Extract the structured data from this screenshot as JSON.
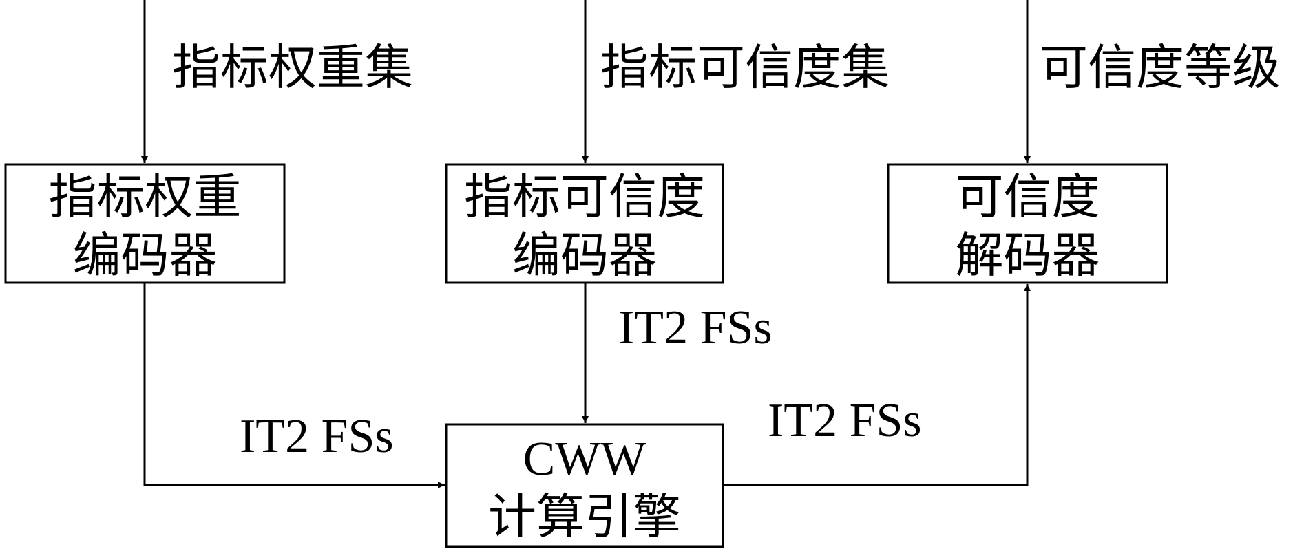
{
  "colors": {
    "stroke": "#000000",
    "background": "#ffffff"
  },
  "inputs": {
    "weight_set": "指标权重集",
    "credibility_set": "指标可信度集",
    "credibility_levels": "可信度等级"
  },
  "boxes": {
    "weight_encoder": {
      "line1": "指标权重",
      "line2": "编码器"
    },
    "credibility_encoder": {
      "line1": "指标可信度",
      "line2": "编码器"
    },
    "credibility_decoder": {
      "line1": "可信度",
      "line2": "解码器"
    },
    "cww_engine": {
      "line1": "CWW",
      "line2": "计算引擎"
    }
  },
  "edges": {
    "weight_to_engine": "IT2 FSs",
    "credibility_to_engine": "IT2 FSs",
    "engine_to_decoder": "IT2 FSs"
  }
}
